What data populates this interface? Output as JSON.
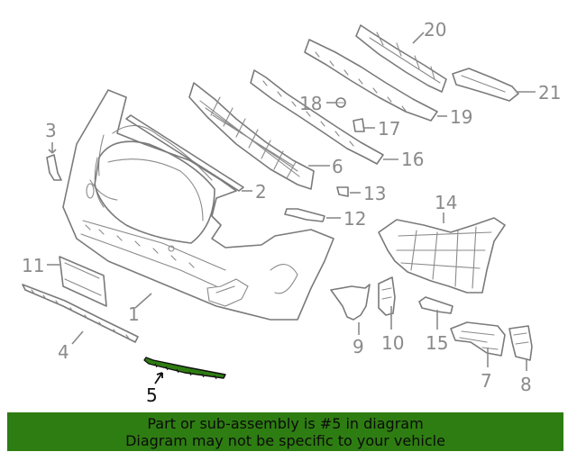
{
  "callouts": {
    "c1": "1",
    "c2": "2",
    "c3": "3",
    "c4": "4",
    "c5": "5",
    "c6": "6",
    "c7": "7",
    "c8": "8",
    "c9": "9",
    "c10": "10",
    "c11": "11",
    "c12": "12",
    "c13": "13",
    "c14": "14",
    "c15": "15",
    "c16": "16",
    "c17": "17",
    "c18": "18",
    "c19": "19",
    "c20": "20",
    "c21": "21"
  },
  "highlighted_part": "5",
  "colors": {
    "line": "#7a7a7a",
    "highlight_part": "#2e7d12",
    "banner_bg": "#2e7d12"
  },
  "banner": {
    "line1": "Part or sub-assembly is #5 in diagram",
    "line2": "Diagram may not be specific to your vehicle"
  }
}
